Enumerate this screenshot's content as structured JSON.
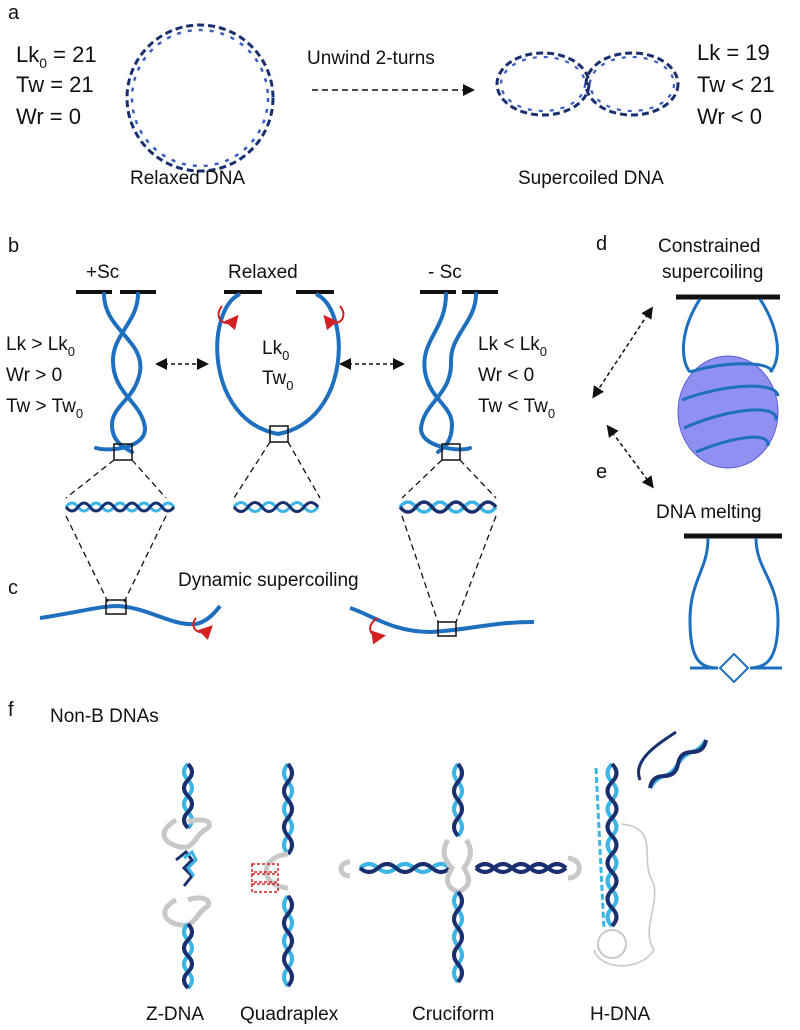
{
  "panel_letters": {
    "a": "a",
    "b": "b",
    "c": "c",
    "d": "d",
    "e": "e",
    "f": "f"
  },
  "panel_a": {
    "left_stats": [
      "Lk",
      "0",
      " = 21",
      "Tw = 21",
      "Wr =  0"
    ],
    "left_caption": "Relaxed DNA",
    "arrow_label": "Unwind  2-turns",
    "right_caption": "Supercoiled DNA",
    "right_stats": [
      "Lk  =  19",
      "Tw  <  21",
      "Wr  <  0"
    ]
  },
  "panel_b": {
    "pos_title": "+Sc",
    "relaxed_title": "Relaxed",
    "neg_title": "- Sc",
    "pos_stats": {
      "lk_main": "Lk  > Lk",
      "lk_sub": "0",
      "wr": "Wr > 0",
      "tw_main": "Tw > Tw",
      "tw_sub": "0"
    },
    "relaxed_stats": {
      "lk_main": "Lk",
      "lk_sub": "0",
      "tw_main": "Tw",
      "tw_sub": "0"
    },
    "neg_stats": {
      "lk_main": "Lk  < Lk",
      "lk_sub": "0",
      "wr": "Wr < 0",
      "tw_main": "Tw < Tw",
      "tw_sub": "0"
    }
  },
  "panel_c": {
    "title": "Dynamic supercoiling"
  },
  "panel_d": {
    "title_line1": "Constrained",
    "title_line2": "supercoiling"
  },
  "panel_e": {
    "title": "DNA melting"
  },
  "panel_f": {
    "title": "Non-B  DNAs",
    "structures": [
      "Z-DNA",
      "Quadraplex",
      "Cruciform",
      "H-DNA"
    ]
  },
  "colors": {
    "dna_blue": "#1f6fbf",
    "helix_dark": "#1a2f6e",
    "helix_light": "#3cb4e6",
    "red_arrow": "#d42020",
    "nucleosome": "#7b7cf0"
  }
}
